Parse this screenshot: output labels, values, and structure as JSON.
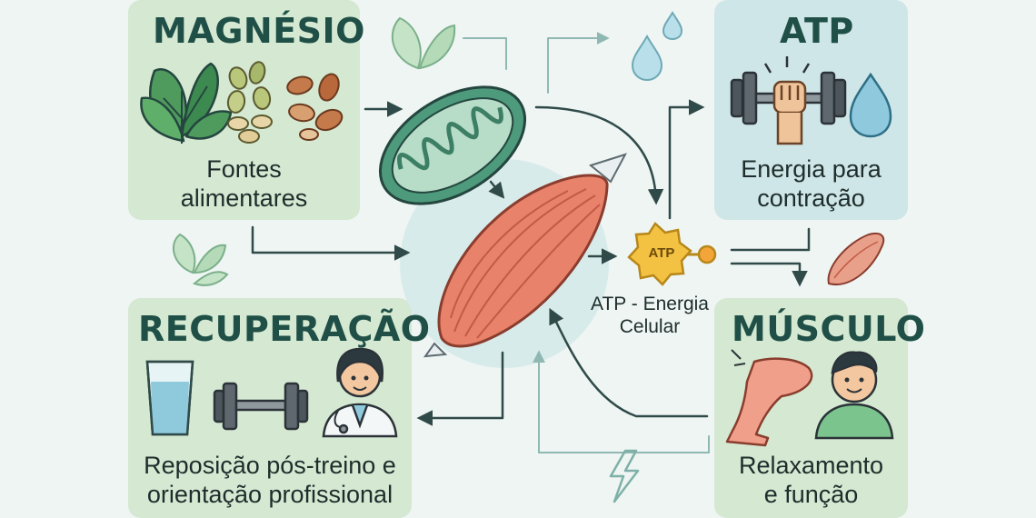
{
  "panels": {
    "magnesio": {
      "title": "MAGNÉSIO",
      "caption_line1": "Fontes",
      "caption_line2": "alimentares"
    },
    "atp": {
      "title": "ATP",
      "caption_line1": "Energia para",
      "caption_line2": "contração"
    },
    "musculo": {
      "title": "MÚSCULO",
      "caption_line1": "Relaxamento",
      "caption_line2": "e função"
    },
    "recuperacao": {
      "title": "RECUPERAÇÃO",
      "caption_line1": "Reposição pós-treino e",
      "caption_line2": "orientação profissional"
    }
  },
  "center": {
    "atp_badge": "ATP",
    "label_line1": "ATP - Energia",
    "label_line2": "Celular"
  },
  "colors": {
    "panel_green": "#d4e8d2",
    "panel_blue": "#cfe6e8",
    "title": "#1f4f46",
    "arrow": "#2f4a48",
    "muscle": "#e9826a",
    "mitochondria": "#4e9a7c",
    "atp_star": "#f4c243"
  },
  "icons": [
    "spinach-leaves-icon",
    "seeds-icon",
    "almonds-icon",
    "dumbbell-icon",
    "fist-icon",
    "water-drop-icon",
    "mitochondria-icon",
    "muscle-icon",
    "leg-icon",
    "person-icon",
    "water-glass-icon",
    "doctor-icon",
    "lightning-icon",
    "leaf-icon"
  ]
}
